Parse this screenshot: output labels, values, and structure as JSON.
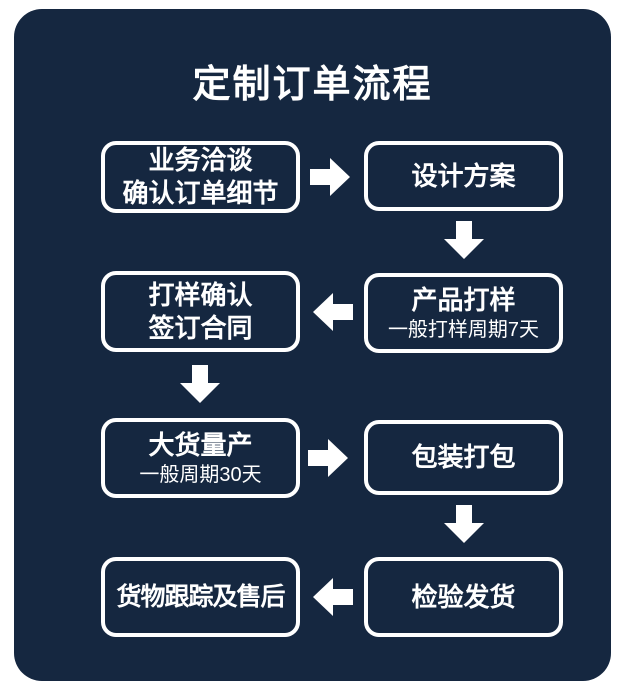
{
  "title": "定制订单流程",
  "colors": {
    "background": "#ffffff",
    "panel": "#152740",
    "foreground": "#ffffff"
  },
  "steps": [
    {
      "id": "negotiation",
      "line1": "业务洽谈",
      "line2": "确认订单细节"
    },
    {
      "id": "design",
      "line1": "设计方案"
    },
    {
      "id": "product-sample",
      "line1": "产品打样",
      "sub": "一般打样周期7天"
    },
    {
      "id": "sample-confirm",
      "line1": "打样确认",
      "line2": "签订合同"
    },
    {
      "id": "mass-production",
      "line1": "大货量产",
      "sub": "一般周期30天"
    },
    {
      "id": "packaging",
      "line1": "包装打包"
    },
    {
      "id": "inspection",
      "line1": "检验发货"
    },
    {
      "id": "tracking",
      "line1": "货物跟踪及售后"
    }
  ],
  "flow_order": [
    "业务洽谈 确认订单细节",
    "设计方案",
    "产品打样（一般打样周期7天）",
    "打样确认 签订合同",
    "大货量产（一般周期30天）",
    "包装打包",
    "检验发货",
    "货物跟踪及售后"
  ]
}
